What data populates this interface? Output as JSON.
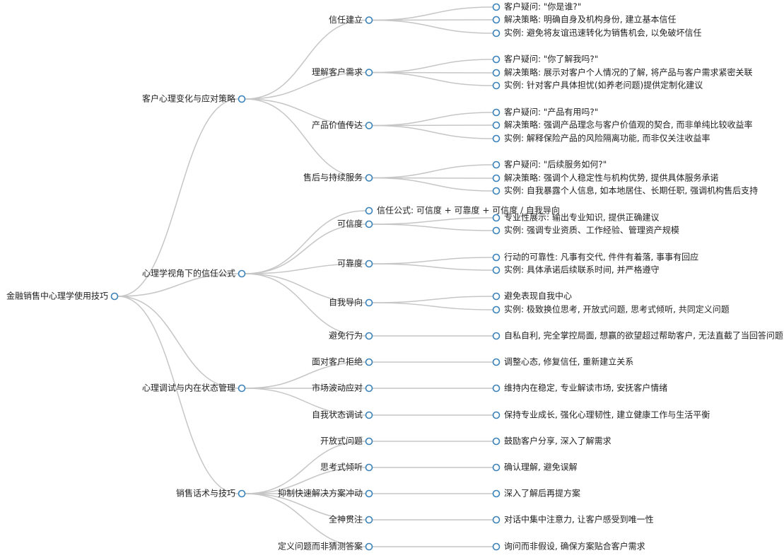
{
  "mindmap": {
    "root": {
      "label": "金融销售中心理学使用技巧",
      "children": [
        {
          "label": "客户心理变化与应对策略",
          "children": [
            {
              "label": "信任建立",
              "children": [
                {
                  "label": "客户疑问: \"你是谁?\""
                },
                {
                  "label": "解决策略: 明确自身及机构身份, 建立基本信任"
                },
                {
                  "label": "实例: 避免将友谊迅速转化为销售机会, 以免破坏信任"
                }
              ]
            },
            {
              "label": "理解客户需求",
              "children": [
                {
                  "label": "客户疑问: \"你了解我吗?\""
                },
                {
                  "label": "解决策略: 展示对客户个人情况的了解, 将产品与客户需求紧密关联"
                },
                {
                  "label": "实例: 针对客户具体担忧(如养老问题)提供定制化建议"
                }
              ]
            },
            {
              "label": "产品价值传达",
              "children": [
                {
                  "label": "客户疑问: \"产品有用吗?\""
                },
                {
                  "label": "解决策略: 强调产品理念与客户价值观的契合, 而非单纯比较收益率"
                },
                {
                  "label": "实例: 解释保险产品的风险隔离功能, 而非仅关注收益率"
                }
              ]
            },
            {
              "label": "售后与持续服务",
              "children": [
                {
                  "label": "客户疑问: \"后续服务如何?\""
                },
                {
                  "label": "解决策略: 强调个人稳定性与机构优势, 提供具体服务承诺"
                },
                {
                  "label": "实例: 自我暴露个人信息, 如本地居住、长期任职, 强调机构售后支持"
                }
              ]
            }
          ]
        },
        {
          "label": "心理学视角下的信任公式",
          "children": [
            {
              "label": "信任公式: 可信度 + 可靠度 + 可信度 / 自我导向"
            },
            {
              "label": "可信度",
              "children": [
                {
                  "label": "专业性展示: 输出专业知识, 提供正确建议"
                },
                {
                  "label": "实例: 强调专业资质、工作经验、管理资产规模"
                }
              ]
            },
            {
              "label": "可靠度",
              "children": [
                {
                  "label": "行动的可靠性: 凡事有交代, 件件有着落, 事事有回应"
                },
                {
                  "label": "实例: 具体承诺后续联系时间, 并严格遵守"
                }
              ]
            },
            {
              "label": "自我导向",
              "children": [
                {
                  "label": "避免表现自我中心"
                },
                {
                  "label": "实例: 极致换位思考, 开放式问题, 思考式倾听, 共同定义问题"
                }
              ]
            },
            {
              "label": "避免行为",
              "children": [
                {
                  "label": "自私自利, 完全掌控局面, 想赢的欲望超过帮助客户, 无法直截了当回答问题,"
                }
              ]
            }
          ]
        },
        {
          "label": "心理调试与内在状态管理",
          "children": [
            {
              "label": "面对客户拒绝",
              "children": [
                {
                  "label": "调整心态, 修复信任, 重新建立关系"
                }
              ]
            },
            {
              "label": "市场波动应对",
              "children": [
                {
                  "label": "维持内在稳定, 专业解读市场, 安抚客户情绪"
                }
              ]
            },
            {
              "label": "自我状态调试",
              "children": [
                {
                  "label": "保持专业成长, 强化心理韧性, 建立健康工作与生活平衡"
                }
              ]
            }
          ]
        },
        {
          "label": "销售话术与技巧",
          "children": [
            {
              "label": "开放式问题",
              "children": [
                {
                  "label": "鼓励客户分享, 深入了解需求"
                }
              ]
            },
            {
              "label": "思考式倾听",
              "children": [
                {
                  "label": "确认理解, 避免误解"
                }
              ]
            },
            {
              "label": "抑制快速解决方案冲动",
              "children": [
                {
                  "label": "深入了解后再提方案"
                }
              ]
            },
            {
              "label": "全神贯注",
              "children": [
                {
                  "label": "对话中集中注意力, 让客户感受到唯一性"
                }
              ]
            },
            {
              "label": "定义问题而非猜测答案",
              "children": [
                {
                  "label": "询问而非假设, 确保方案贴合客户需求"
                }
              ]
            }
          ]
        }
      ]
    }
  }
}
